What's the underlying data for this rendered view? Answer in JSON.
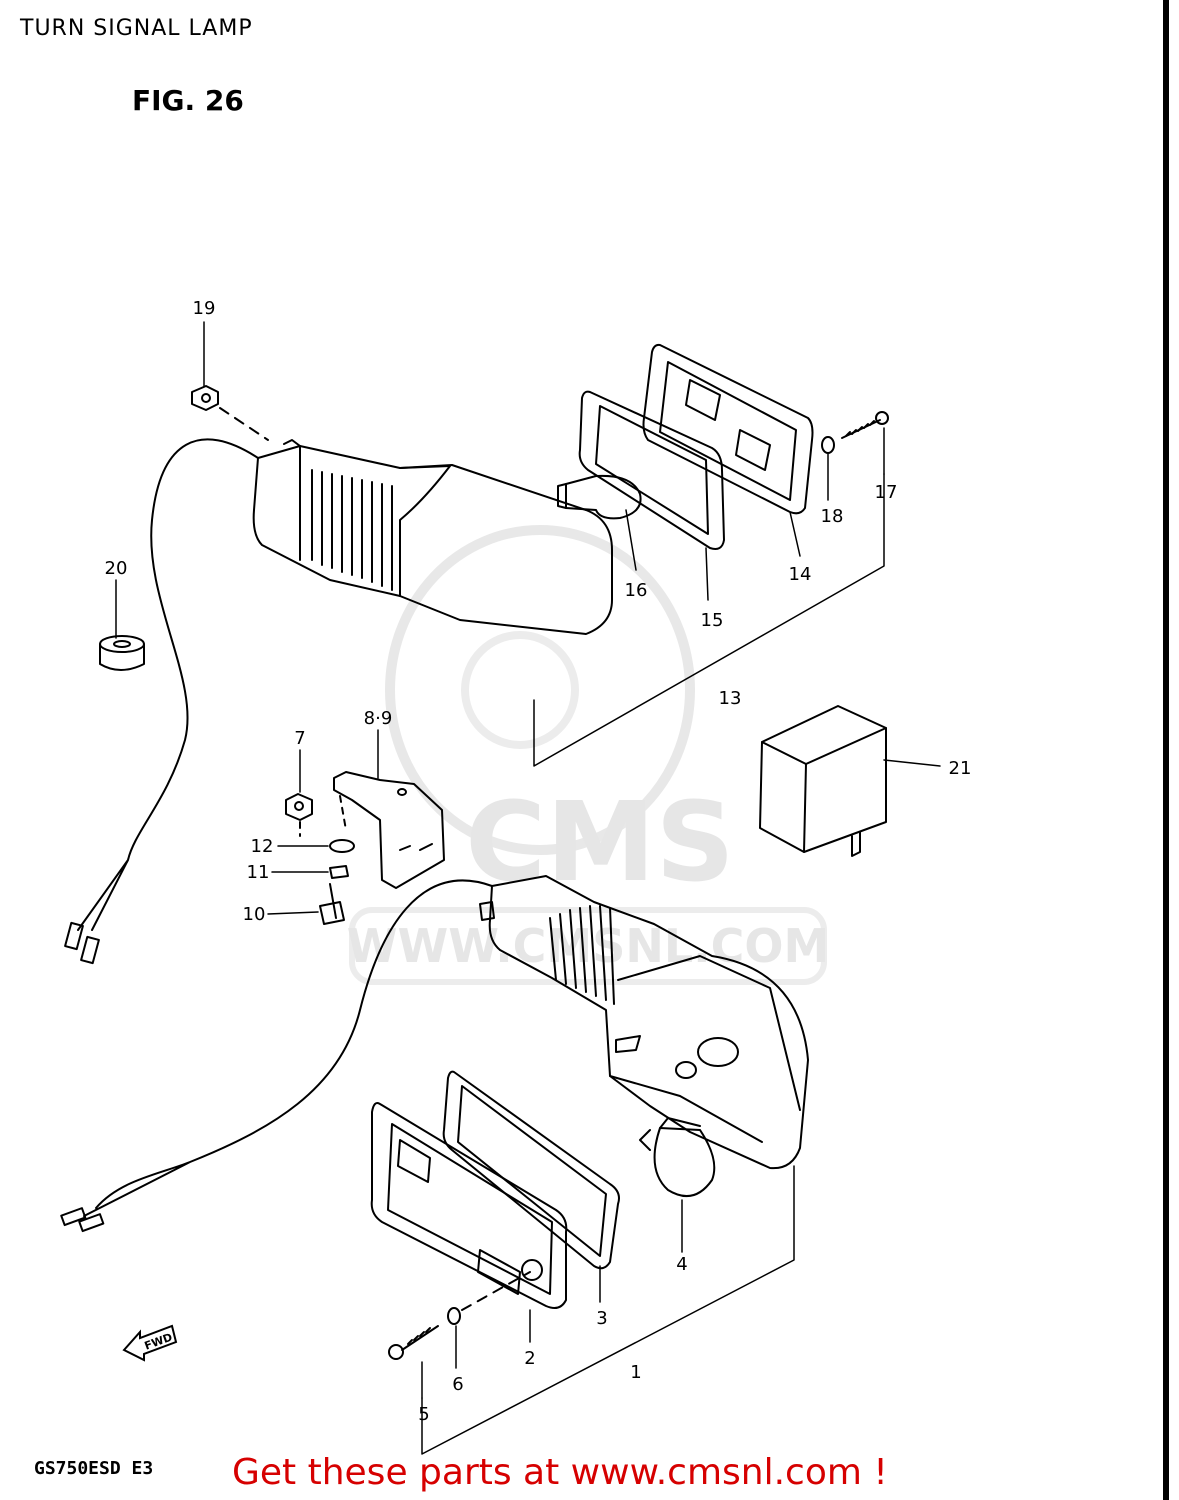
{
  "header": {
    "title": "TURN SIGNAL LAMP",
    "figure": "FIG. 26"
  },
  "footer": {
    "model_code": "GS750ESD  E3",
    "promo": "Get these parts at www.cmsnl.com !"
  },
  "watermark": {
    "brand": "CMS",
    "url": "WWW.CMSNL.COM"
  },
  "fwd_arrow": {
    "label": "FWD"
  },
  "callouts": [
    "1",
    "2",
    "3",
    "4",
    "5",
    "6",
    "7",
    "8·9",
    "10",
    "11",
    "12",
    "13",
    "14",
    "15",
    "16",
    "17",
    "18",
    "19",
    "20",
    "21"
  ],
  "colors": {
    "promo": "#d60000",
    "line": "#000000",
    "watermark": "#e6e6e6"
  }
}
